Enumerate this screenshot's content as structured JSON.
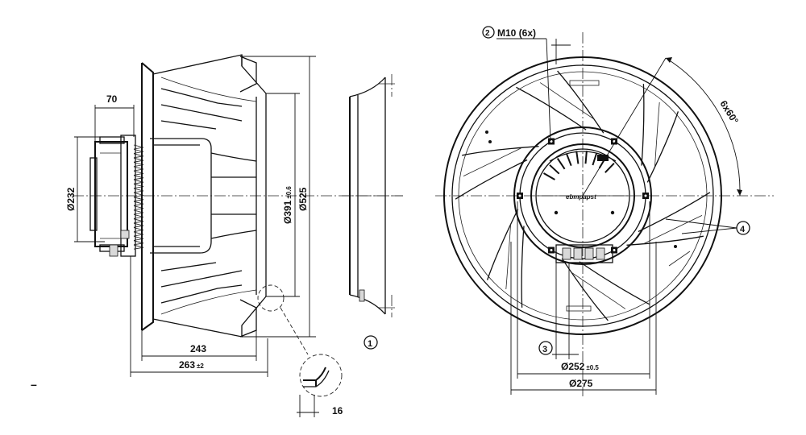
{
  "side_view": {
    "dim_motor_depth": "70",
    "dim_motor_dia": "Ø232",
    "dim_inlet_dia": "Ø391",
    "dim_inlet_tol": "±0.6",
    "dim_outer_dia": "Ø525",
    "dim_length": "243",
    "dim_total_length": "263",
    "dim_total_tol": "±2",
    "dim_detail": "16"
  },
  "front_view": {
    "label_screws": "M10 (6x)",
    "label_angle": "6x60°",
    "dim_bolt_circle": "Ø252",
    "dim_bolt_tol": "±0.5",
    "dim_hub": "Ø275",
    "brand_text": "ebmpapst"
  },
  "callouts": {
    "c1": "1",
    "c2": "2",
    "c3": "3",
    "c4": "4"
  },
  "margin_mark": "–"
}
